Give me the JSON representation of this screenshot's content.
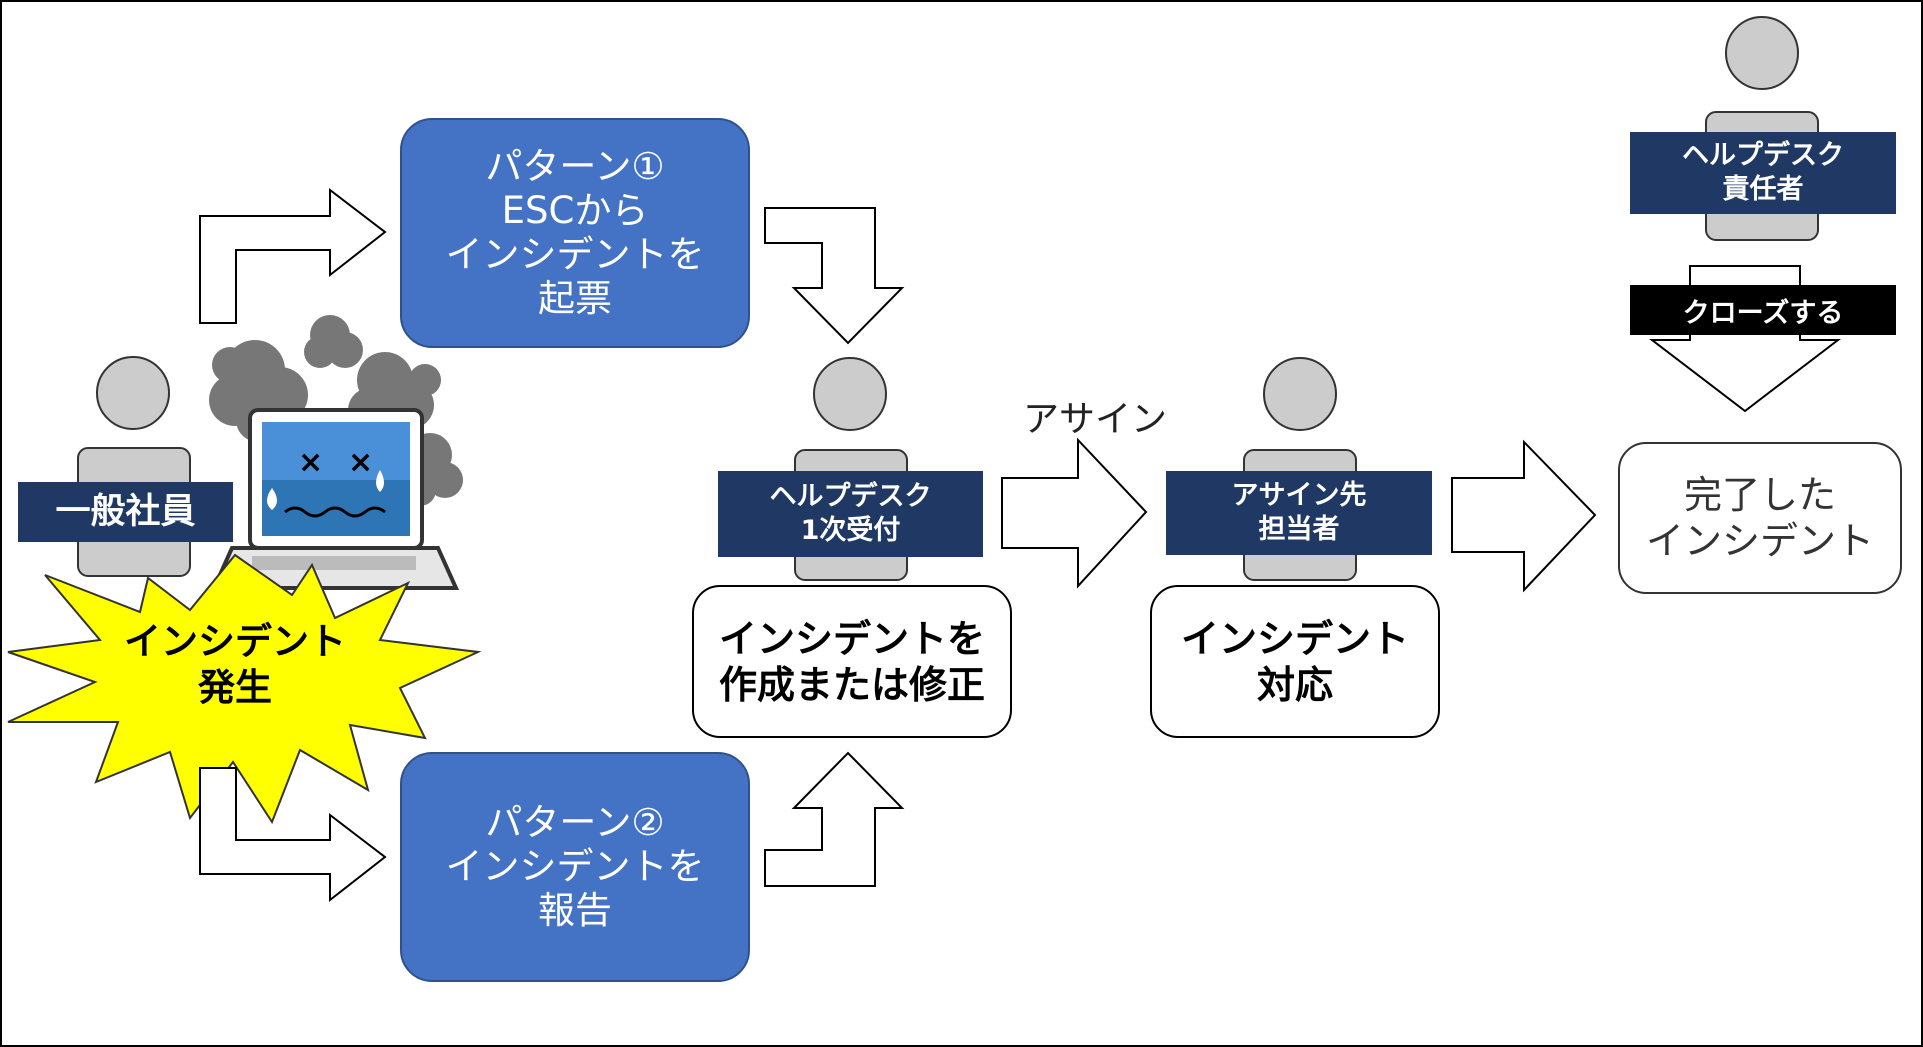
{
  "employee": {
    "label": "一般社員"
  },
  "incident": {
    "label": "インシデント\n発生"
  },
  "pattern1": {
    "text": "パターン①\nESCから\nインシデントを\n起票"
  },
  "pattern2": {
    "text": "パターン②\nインシデントを\n報告"
  },
  "helpdesk_first": {
    "role": "ヘルプデスク\n1次受付",
    "task": "インシデントを\n作成または修正"
  },
  "assign": {
    "label": "アサイン"
  },
  "assignee": {
    "role": "アサイン先\n担当者",
    "task": "インシデント\n対応"
  },
  "manager": {
    "role": "ヘルプデスク\n責任者",
    "action": "クローズする"
  },
  "completed": {
    "text": "完了した\nインシデント"
  },
  "colors": {
    "pattern_fill": "#4472c4",
    "role_label": "#1f3864",
    "person": "#cccccc",
    "burst": "#ffff00",
    "action_label": "#000000"
  }
}
